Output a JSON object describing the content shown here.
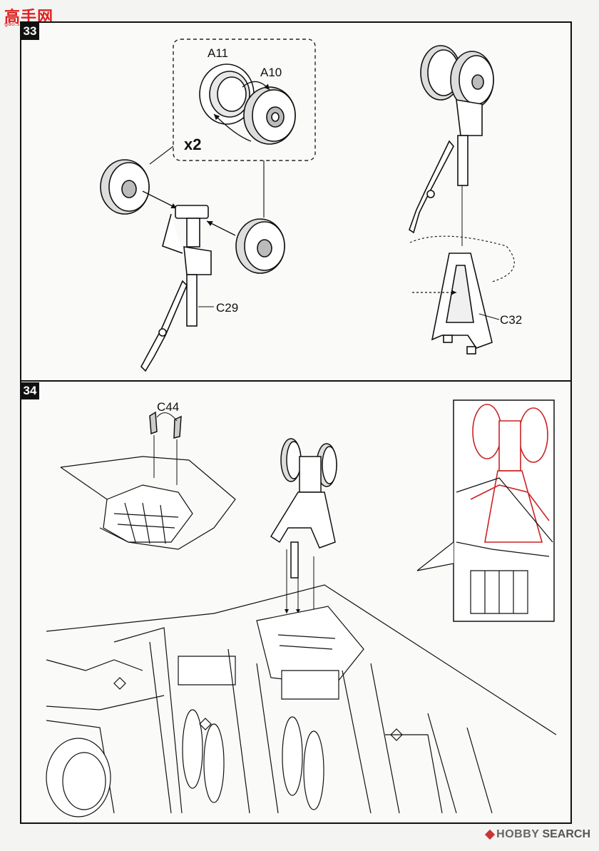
{
  "watermark": {
    "text": "高手网",
    "url": "gao.shou.com"
  },
  "steps": [
    {
      "number": "33",
      "quantity": "x2",
      "labels": {
        "a11": "A11",
        "a10": "A10",
        "c29": "C29",
        "c32": "C32"
      }
    },
    {
      "number": "34",
      "labels": {
        "c44": "C44"
      }
    }
  ],
  "footer": {
    "brand_left": "HOBBY",
    "brand_right": "SEARCH"
  },
  "colors": {
    "ink": "#111111",
    "highlight": "#cc2222",
    "paper": "#fafaf8"
  }
}
